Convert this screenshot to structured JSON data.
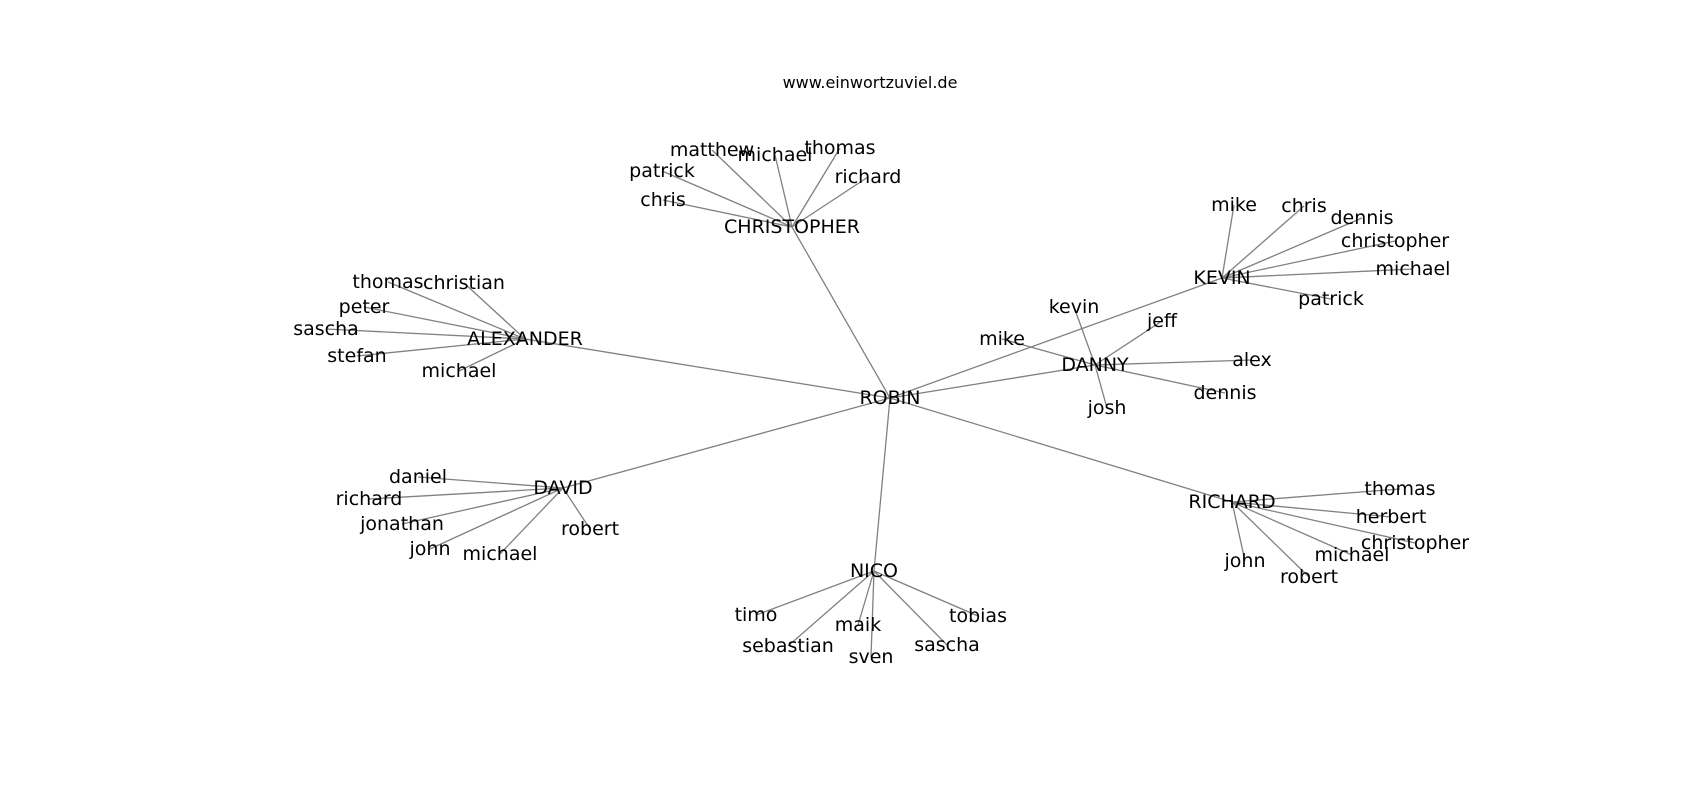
{
  "title": "www.einwortzuviel.de",
  "edge_color": "#808080",
  "text_color": "#000000",
  "root": "ROBIN",
  "groups": [
    {
      "name": "CHRISTOPHER",
      "children": [
        "matthew",
        "michael",
        "thomas",
        "patrick",
        "richard",
        "chris"
      ]
    },
    {
      "name": "ALEXANDER",
      "children": [
        "thomas",
        "christian",
        "peter",
        "sascha",
        "stefan",
        "michael"
      ]
    },
    {
      "name": "KEVIN",
      "children": [
        "mike",
        "chris",
        "dennis",
        "christopher",
        "michael",
        "patrick"
      ]
    },
    {
      "name": "DANNY",
      "children": [
        "kevin",
        "jeff",
        "mike",
        "alex",
        "dennis",
        "josh"
      ]
    },
    {
      "name": "DAVID",
      "children": [
        "daniel",
        "richard",
        "jonathan",
        "john",
        "michael",
        "robert"
      ]
    },
    {
      "name": "RICHARD",
      "children": [
        "thomas",
        "herbert",
        "christopher",
        "michael",
        "john",
        "robert"
      ]
    },
    {
      "name": "NICO",
      "children": [
        "timo",
        "maik",
        "tobias",
        "sebastian",
        "sven",
        "sascha"
      ]
    }
  ]
}
